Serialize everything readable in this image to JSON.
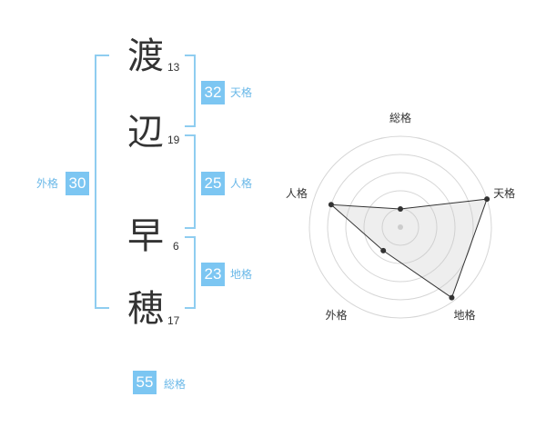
{
  "name": {
    "chars": [
      {
        "char": "渡",
        "strokes": "13"
      },
      {
        "char": "辺",
        "strokes": "19"
      },
      {
        "char": "早",
        "strokes": "6"
      },
      {
        "char": "穂",
        "strokes": "17"
      }
    ]
  },
  "kaku": {
    "tenkaku": {
      "value": "32",
      "label": "天格"
    },
    "jinkaku": {
      "value": "25",
      "label": "人格"
    },
    "chikaku": {
      "value": "23",
      "label": "地格"
    },
    "gaikaku": {
      "value": "30",
      "label": "外格"
    },
    "soukaku": {
      "value": "55",
      "label": "総格"
    }
  },
  "radar": {
    "axes": [
      "総格",
      "天格",
      "地格",
      "外格",
      "人格"
    ],
    "values": [
      0.2,
      1.0,
      0.96,
      0.32,
      0.8
    ],
    "max": 1
  }
}
